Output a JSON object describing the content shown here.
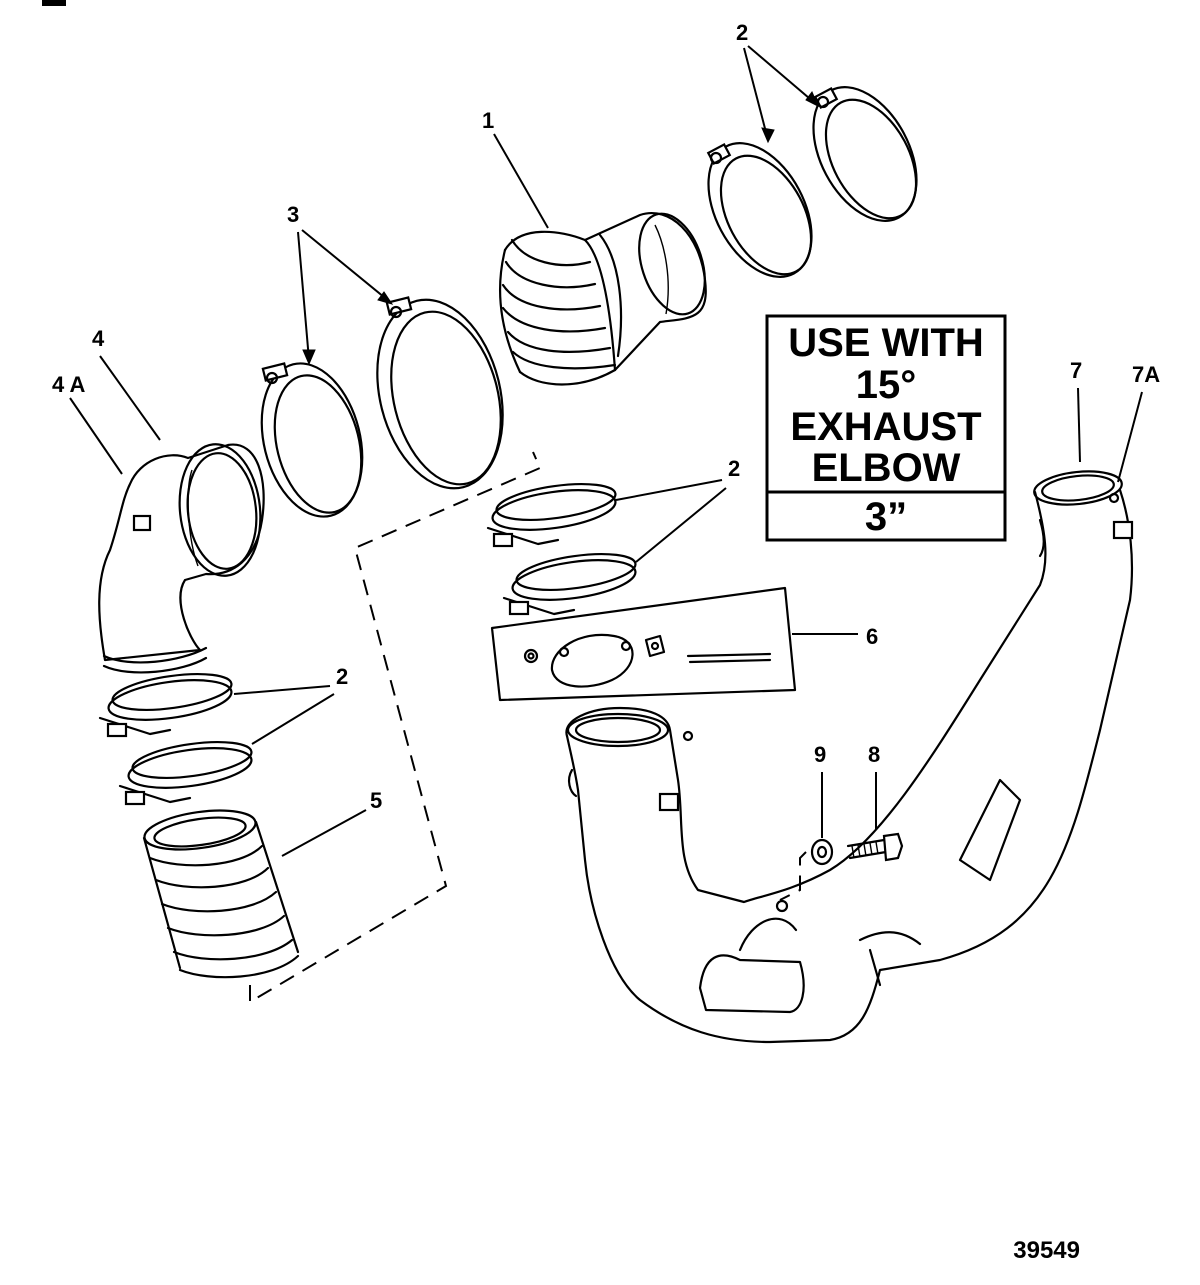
{
  "callouts": {
    "c1": "1",
    "c2a": "2",
    "c2b": "2",
    "c2c": "2",
    "c3": "3",
    "c4": "4",
    "c4a": "4 A",
    "c5": "5",
    "c6": "6",
    "c7": "7",
    "c7a": "7A",
    "c8": "8",
    "c9": "9"
  },
  "note": {
    "line1": "USE WITH",
    "line2": "15°",
    "line3": "EXHAUST",
    "line4": "ELBOW",
    "size": "3”"
  },
  "figure_number": "39549"
}
